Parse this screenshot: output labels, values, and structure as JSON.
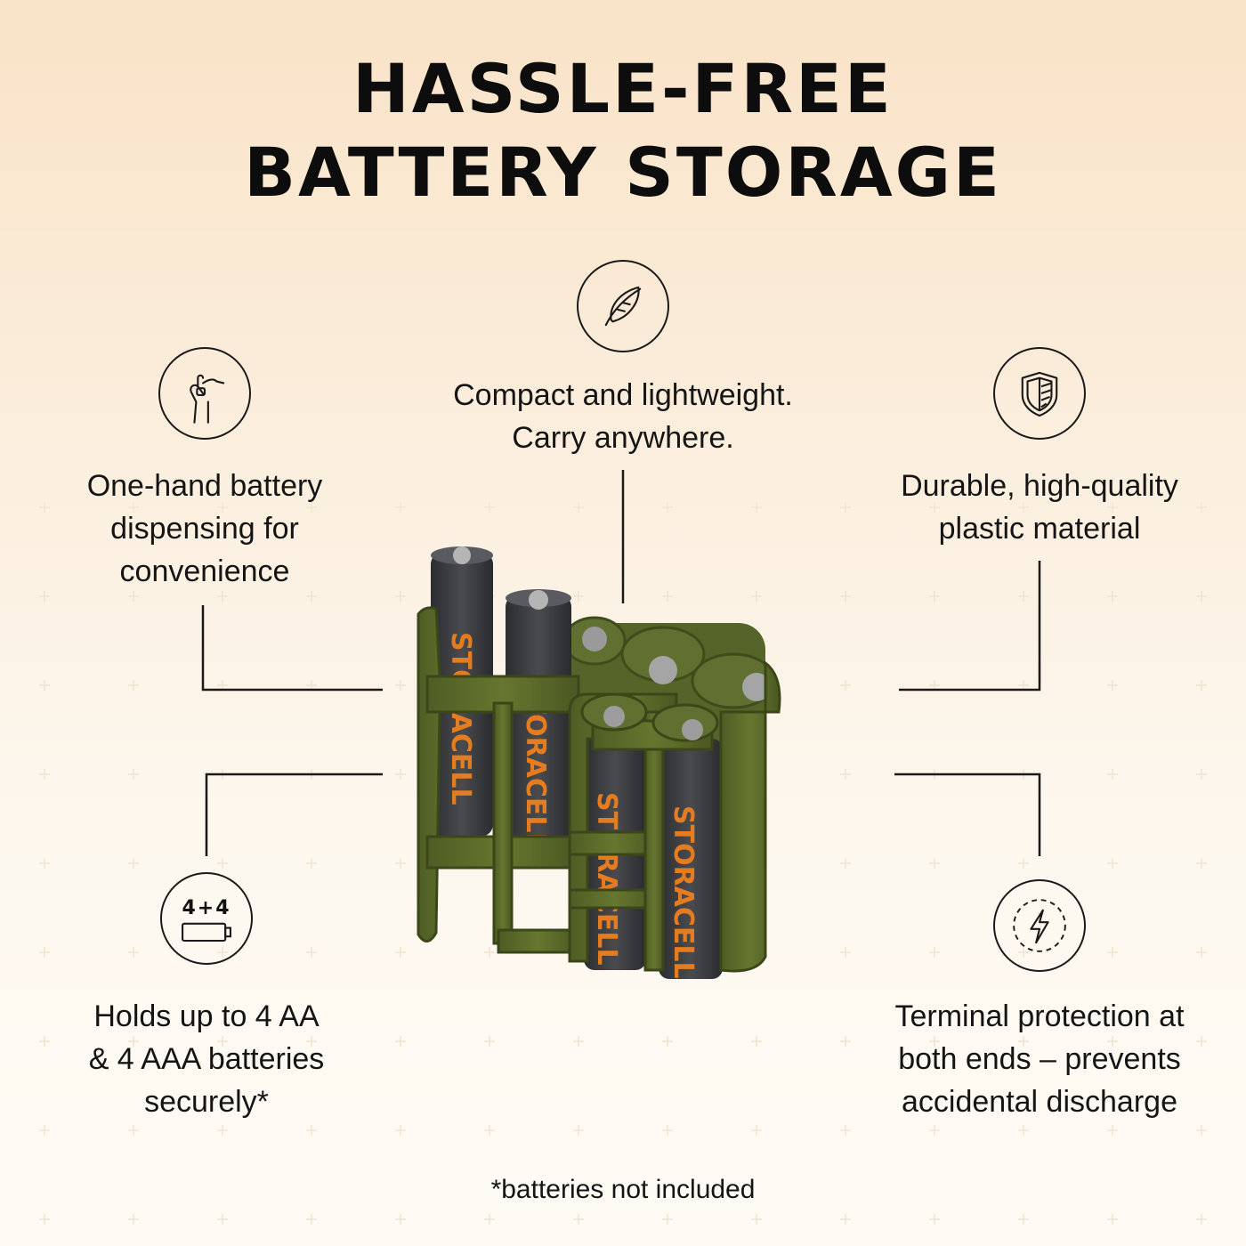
{
  "title": {
    "line1": "HASSLE-FREE",
    "line2": "BATTERY STORAGE"
  },
  "features": {
    "compact": {
      "icon": "feather-icon",
      "lines": [
        "Compact and lightweight.",
        "Carry anywhere."
      ]
    },
    "one_hand": {
      "icon": "hand-pinch-icon",
      "lines": [
        "One-hand battery",
        "dispensing for",
        "convenience"
      ]
    },
    "durable": {
      "icon": "shield-icon",
      "lines": [
        "Durable, high-quality",
        "plastic material"
      ]
    },
    "capacity": {
      "icon": "battery-count-icon",
      "icon_text": "4+4",
      "lines": [
        "Holds up to 4 AA",
        "& 4 AAA batteries",
        "securely*"
      ]
    },
    "terminal": {
      "icon": "lightning-icon",
      "lines": [
        "Terminal protection at",
        "both ends – prevents",
        "accidental discharge"
      ]
    }
  },
  "product": {
    "brand_label": "STORACELL",
    "holder_color": "#5b6b2b",
    "battery_color": "#3a3b3e",
    "label_color": "#e57c1f"
  },
  "footnote": "*batteries not included"
}
